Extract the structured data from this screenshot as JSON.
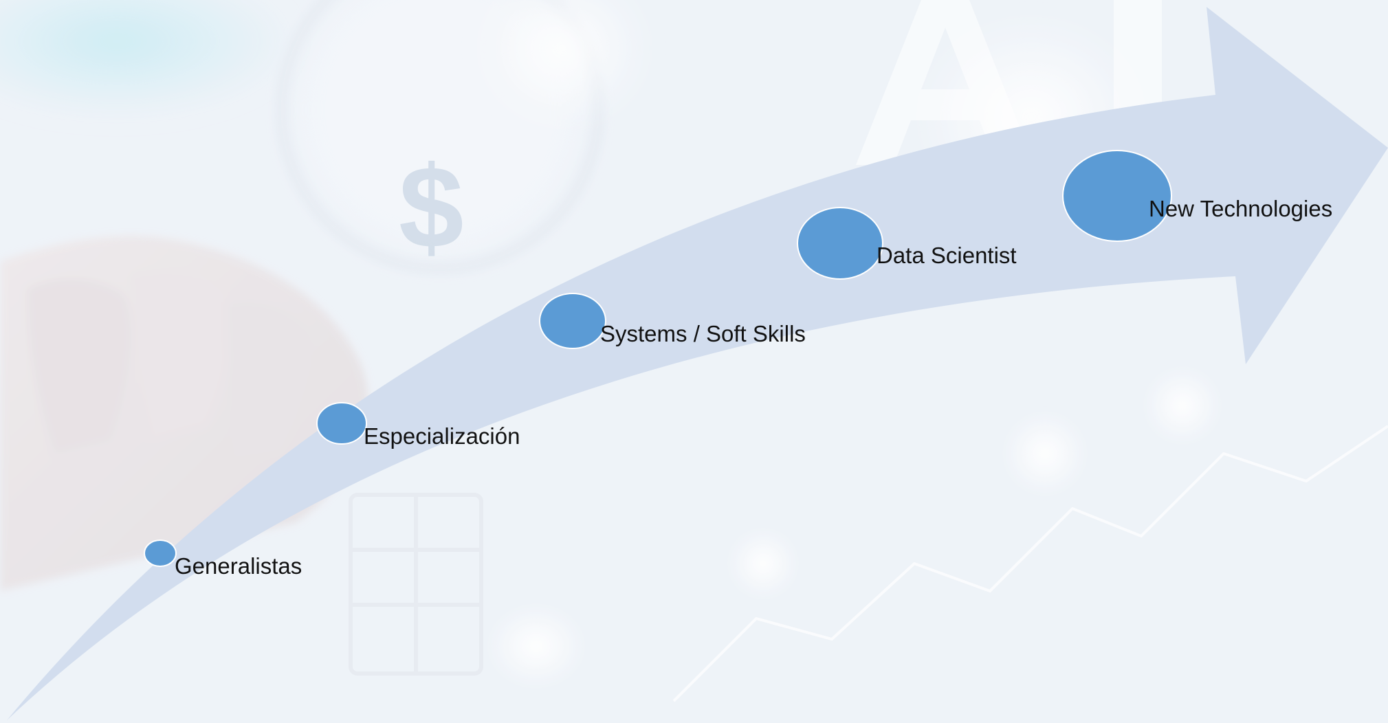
{
  "diagram": {
    "steps": [
      {
        "label": "Generalistas"
      },
      {
        "label": "Especialización"
      },
      {
        "label": "Systems / Soft Skills"
      },
      {
        "label": "Data Scientist"
      },
      {
        "label": "New Technologies"
      }
    ]
  },
  "colors": {
    "arrow": "#d2ddee",
    "node_fill": "#5b9bd5",
    "node_stroke": "#ffffff",
    "label": "#111111",
    "background": "#eef2f7"
  },
  "icons": {
    "dollar": "dollar-icon",
    "ai_letters": "ai-letters-graphic"
  }
}
